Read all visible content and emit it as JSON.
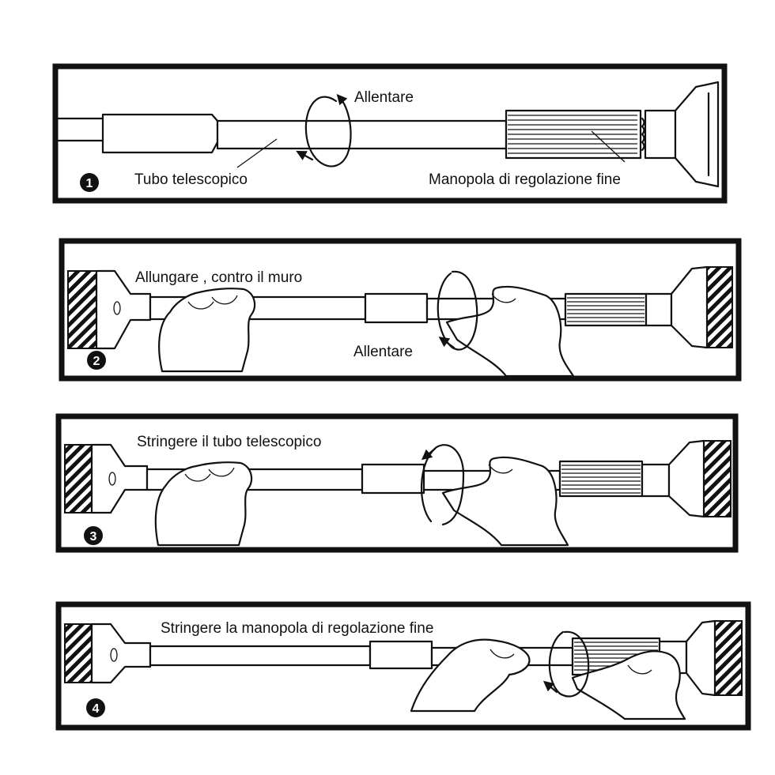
{
  "steps": [
    {
      "number": "1",
      "labels": {
        "rotate": "Allentare",
        "tube": "Tubo telescopico",
        "knob": "Manopola di regolazione fine"
      }
    },
    {
      "number": "2",
      "labels": {
        "extend": "Allungare , contro il muro",
        "rotate": "Allentare"
      }
    },
    {
      "number": "3",
      "labels": {
        "tighten": "Stringere il tubo telescopico"
      }
    },
    {
      "number": "4",
      "labels": {
        "tighten": "Stringere la manopola di regolazione fine"
      }
    }
  ],
  "colors": {
    "ink": "#111111",
    "paper": "#ffffff"
  },
  "icons": [
    "rotation-arrow-icon",
    "hand-icon",
    "wall-hatch-icon"
  ]
}
